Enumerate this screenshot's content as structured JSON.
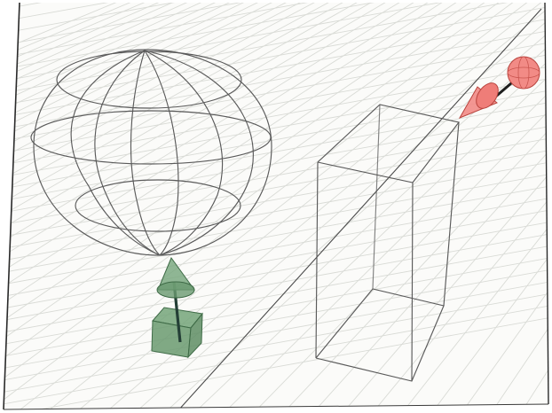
{
  "viewport": {
    "kind": "3D perspective view",
    "grid": true,
    "colors": {
      "background": "#fbfbf9",
      "grid_line": "#d9dbd6",
      "frame": "#2a2a2a",
      "wireframe": "#5a5a5a",
      "guide_line": "#4a4a4a",
      "light_handle_fill": "#74a57a",
      "light_handle_stroke": "#3f6b47",
      "camera_handle_fill": "#f28b86",
      "camera_handle_stroke": "#b8433d"
    }
  },
  "objects": [
    {
      "id": "wireframe-sphere",
      "type": "sphere",
      "display": "wireframe"
    },
    {
      "id": "wireframe-box",
      "type": "box",
      "display": "wireframe"
    },
    {
      "id": "spot-light-handle",
      "type": "direction-manipulator",
      "icon": "cone-arrow-icon",
      "color": "green"
    },
    {
      "id": "camera-target-handle",
      "type": "direction-manipulator",
      "icon": "sphere-cone-icon",
      "color": "red"
    },
    {
      "id": "ground-guide-line",
      "type": "line"
    }
  ]
}
